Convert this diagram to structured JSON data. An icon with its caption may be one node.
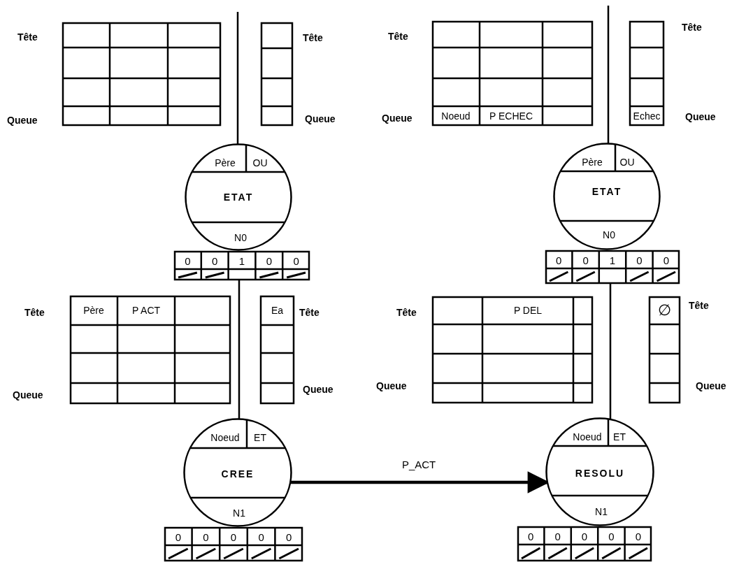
{
  "diagram": {
    "nodes": [
      {
        "text": [],
        "shape": "box",
        "beside": [
          "Tête",
          "Queue"
        ]
      },
      {
        "text": [],
        "shape": "box",
        "beside": [
          "Tête",
          "Queue"
        ]
      },
      {
        "text": [
          "Père",
          "OU",
          "ETAT",
          "N0"
        ]
      },
      {
        "text": [
          "0",
          "0",
          "1",
          "0",
          "0"
        ]
      },
      {
        "text": [
          "Père",
          "P ACT"
        ],
        "beside": [
          "Tête",
          "Queue"
        ]
      },
      {
        "text": [
          "Ea"
        ],
        "beside": [
          "Tête",
          "Queue"
        ]
      },
      {
        "text": [
          "Noeud",
          "ET",
          "CREE",
          "N1"
        ]
      },
      {
        "text": [
          "0",
          "0",
          "0",
          "0",
          "0"
        ]
      },
      {
        "text": [
          "Noeud",
          "P ECHEC"
        ],
        "beside": [
          "Tête",
          "Queue"
        ]
      },
      {
        "text": [
          "Echec"
        ],
        "beside": [
          "Tête",
          "Queue"
        ]
      },
      {
        "text": [
          "Père",
          "OU",
          "ETAT",
          "N0"
        ]
      },
      {
        "text": [
          "0",
          "0",
          "1",
          "0",
          "0"
        ]
      },
      {
        "text": [
          "P DEL"
        ],
        "beside": [
          "Tête",
          "Queue"
        ]
      },
      {
        "text": [
          "∅"
        ],
        "beside": [
          "Tête",
          "Queue"
        ]
      },
      {
        "text": [
          "Noeud",
          "ET",
          "RESOLU",
          "N1"
        ]
      },
      {
        "text": [
          "0",
          "0",
          "0",
          "0",
          "0"
        ]
      }
    ],
    "edges": [
      {
        "from": null,
        "to": 2,
        "arrow": "none"
      },
      {
        "from": 3,
        "to": 6,
        "arrow": "none"
      },
      {
        "from": null,
        "to": 10,
        "arrow": "none"
      },
      {
        "from": 11,
        "to": 14,
        "arrow": "none"
      },
      {
        "from": 6,
        "to": 14,
        "arrow": "to",
        "label": "P_ACT",
        "style": "thick"
      }
    ]
  }
}
